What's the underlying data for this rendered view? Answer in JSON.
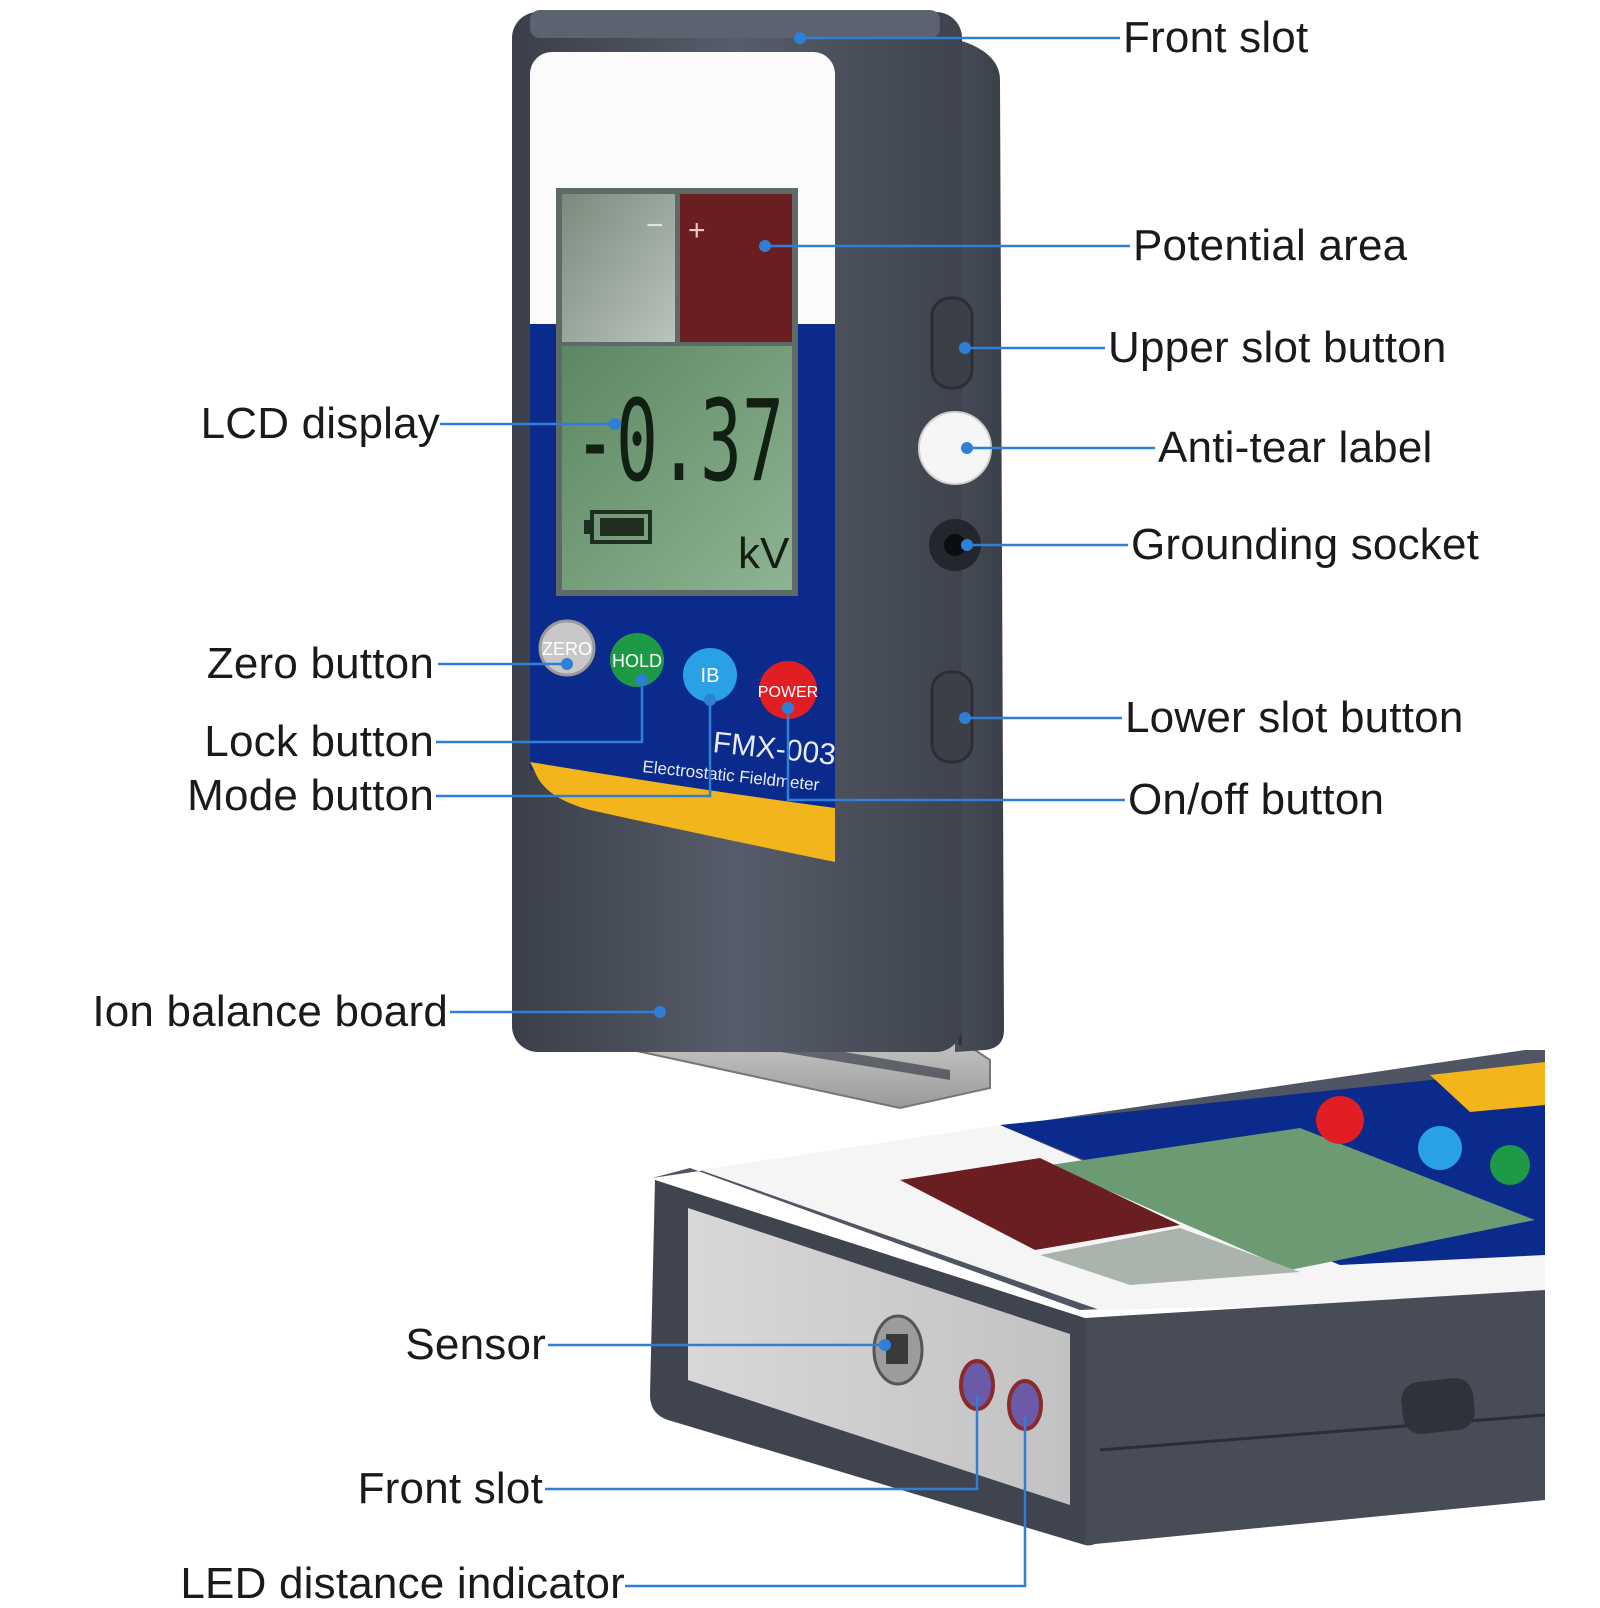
{
  "device": {
    "lcd_sign_minus": "−",
    "lcd_sign_plus": "+",
    "lcd_reading": "-0.37",
    "lcd_unit": "kV",
    "buttons": {
      "zero": "ZERO",
      "hold": "HOLD",
      "ib": "IB",
      "power": "POWER"
    },
    "model": "FMX-003",
    "subtitle": "Electrostatic Fieldmeter"
  },
  "colors": {
    "body": "#4a505c",
    "lcd_green": "#6a9270",
    "potential_red": "#6a1e22",
    "faceplate_blue": "#0a2a8c",
    "stripe_yellow": "#f2b51c",
    "leader": "#2f7fd6",
    "zero_button": "#c8c8c8",
    "hold_button": "#1e9a46",
    "ib_button": "#2aa0e6",
    "power_button": "#e01e24"
  },
  "callouts": {
    "front_slot_top": "Front slot",
    "potential_area": "Potential area",
    "upper_slot_button": "Upper slot button",
    "anti_tear_label": "Anti-tear label",
    "grounding_socket": "Grounding socket",
    "lower_slot_button": "Lower slot button",
    "on_off_button": "On/off button",
    "lcd_display": "LCD display",
    "zero_button": "Zero button",
    "lock_button": "Lock button",
    "mode_button": "Mode button",
    "ion_balance_board": "Ion balance board",
    "sensor": "Sensor",
    "front_slot_bottom": "Front slot",
    "led_distance_indicator": "LED distance indicator"
  }
}
